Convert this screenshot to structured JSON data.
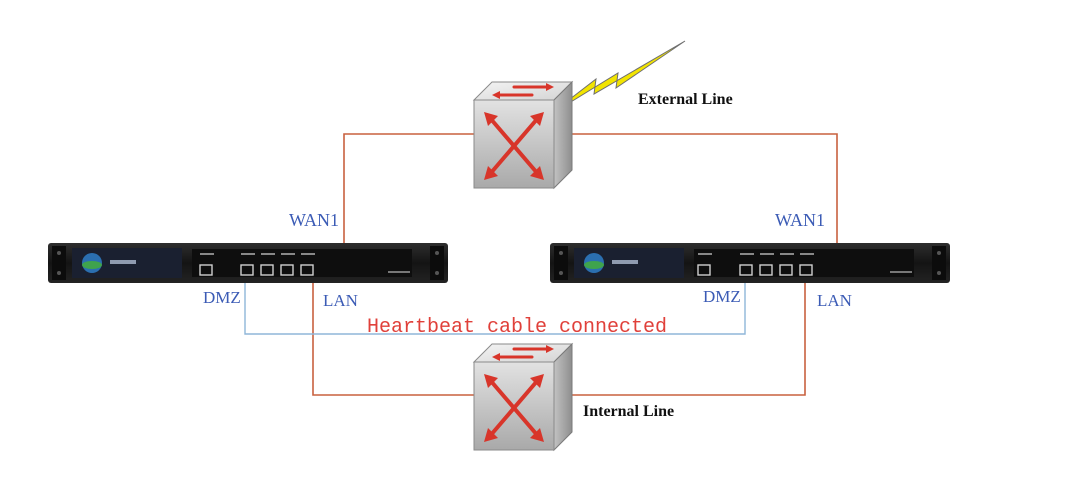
{
  "labels": {
    "external_line": "External Line",
    "internal_line": "Internal Line",
    "wan_left": "WAN1",
    "wan_right": "WAN1",
    "dmz_left": "DMZ",
    "dmz_right": "DMZ",
    "lan_left": "LAN",
    "lan_right": "LAN",
    "heartbeat": "Heartbeat cable connected"
  },
  "colors": {
    "link_line": "#c8613f",
    "heartbeat_line": "#8fb6d8",
    "port_label": "#3b5bb5",
    "heartbeat_text": "#e0403a",
    "lightning": "#f2e400",
    "router_arrow": "#d8352a"
  },
  "icons": {
    "router": "router-switch-icon",
    "lightning": "lightning-bolt-icon",
    "appliance": "rack-appliance-icon"
  }
}
